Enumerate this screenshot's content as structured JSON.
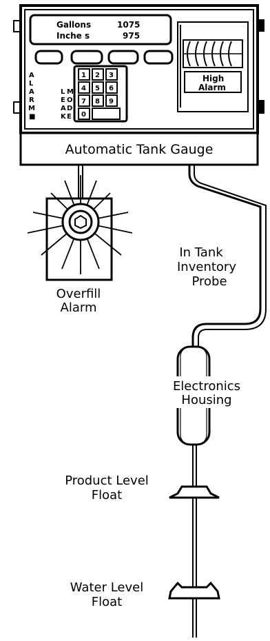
{
  "gauge": {
    "title": "Automatic Tank Gauge",
    "display": {
      "row1_label": "Gallons",
      "row1_value": "1075",
      "row2_label": "Inche s",
      "row2_value": "975"
    },
    "alarm_letters": [
      "A",
      "L",
      "A",
      "R",
      "M",
      "■"
    ],
    "mode_letters": [
      "L",
      "E",
      "A",
      "K"
    ],
    "mode_letters2": [
      "M",
      "O",
      "D",
      "E"
    ],
    "keypad": [
      "1",
      "2",
      "3",
      "4",
      "5",
      "6",
      "7",
      "8",
      "9",
      "0"
    ],
    "high_alarm": {
      "line1": "High",
      "line2": "Alarm"
    }
  },
  "labels": {
    "overfill": {
      "line1": "Overfill",
      "line2": "Alarm"
    },
    "probe": {
      "line1": "In Tank",
      "line2": "Inventory",
      "line3": "Probe"
    },
    "electronics": {
      "line1": "Electronics",
      "line2": "Housing"
    },
    "product_float": {
      "line1": "Product Level",
      "line2": "Float"
    },
    "water_float": {
      "line1": "Water Level",
      "line2": "Float"
    }
  }
}
